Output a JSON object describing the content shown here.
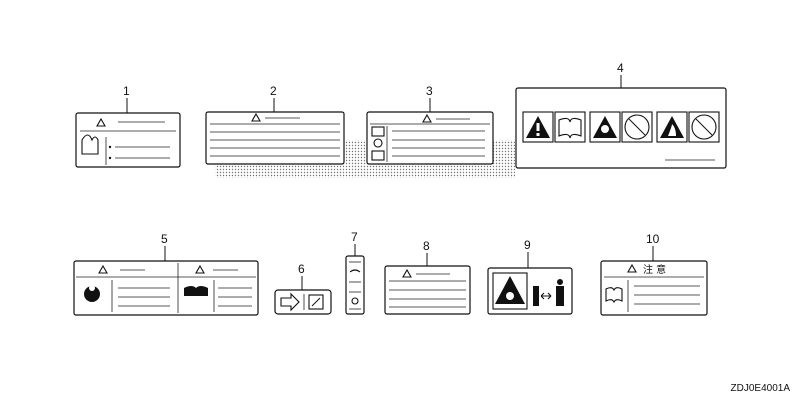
{
  "diagram": {
    "part_numbers": [
      "1",
      "2",
      "3",
      "4",
      "5",
      "6",
      "7",
      "8",
      "9",
      "10"
    ],
    "drawing_code": "ZDJ0E4001A",
    "label_10_caution_text": "注 意"
  }
}
